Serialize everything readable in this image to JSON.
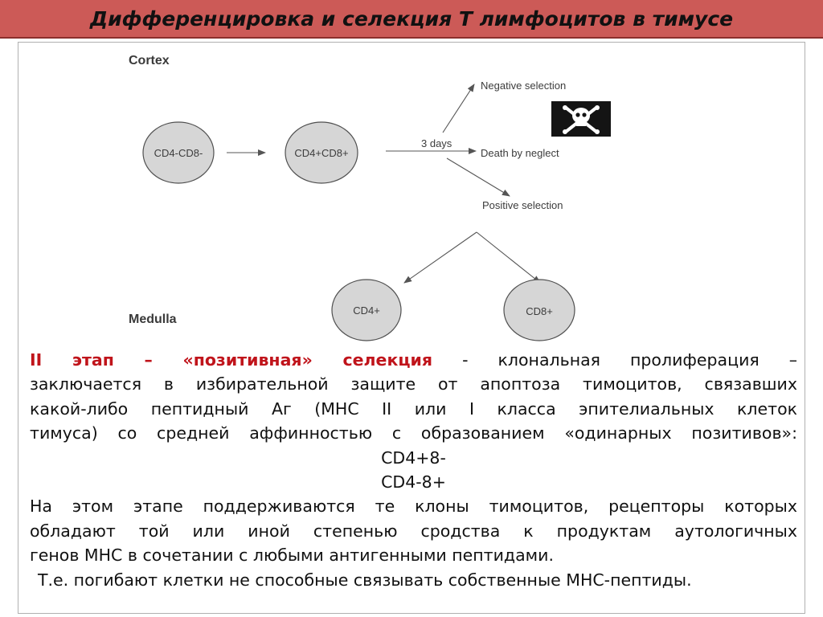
{
  "title": "Дифференцировка и селекция Т лимфоцитов в тимусе",
  "diagram": {
    "cortex_label": "Cortex",
    "medulla_label": "Medulla",
    "cells": {
      "dn": "CD4-CD8-",
      "dp": "CD4+CD8+",
      "cd4": "CD4+",
      "cd8": "CD8+"
    },
    "time_label": "3 days",
    "outcomes": {
      "negative": "Negative selection",
      "neglect": "Death by neglect",
      "positive": "Positive selection"
    },
    "death_symbol": "skull-and-crossbones-icon",
    "colors": {
      "cell_fill": "#d6d6d6",
      "cell_stroke": "#505050",
      "arrow": "#555555",
      "death_box": "#141414"
    }
  },
  "text": {
    "heading": "II этап – «позитивная» селекция",
    "p1_rest": " - клональная пролиферация –",
    "p1_line2": "заключается в избирательной защите от апоптоза тимоцитов, связавших",
    "p1_line3": "какой-либо пептидный Аг (МНС II или I класса эпителиальных клеток",
    "p1_line4": "тимуса) со средней аффинностью с образованием «одинарных позитивов»:",
    "formula1": "CD4+8-",
    "formula2": "CD4-8+",
    "p2_line1": "На этом этапе поддерживаются те клоны тимоцитов, рецепторы которых",
    "p2_line2": "обладают той или иной степенью сродства к продуктам аутологичных",
    "p2_line3": "генов МНС в сочетании с любыми антигенными пептидами.",
    "p3": "Т.е. погибают клетки не способные связывать собственные МНС-пептиды."
  }
}
